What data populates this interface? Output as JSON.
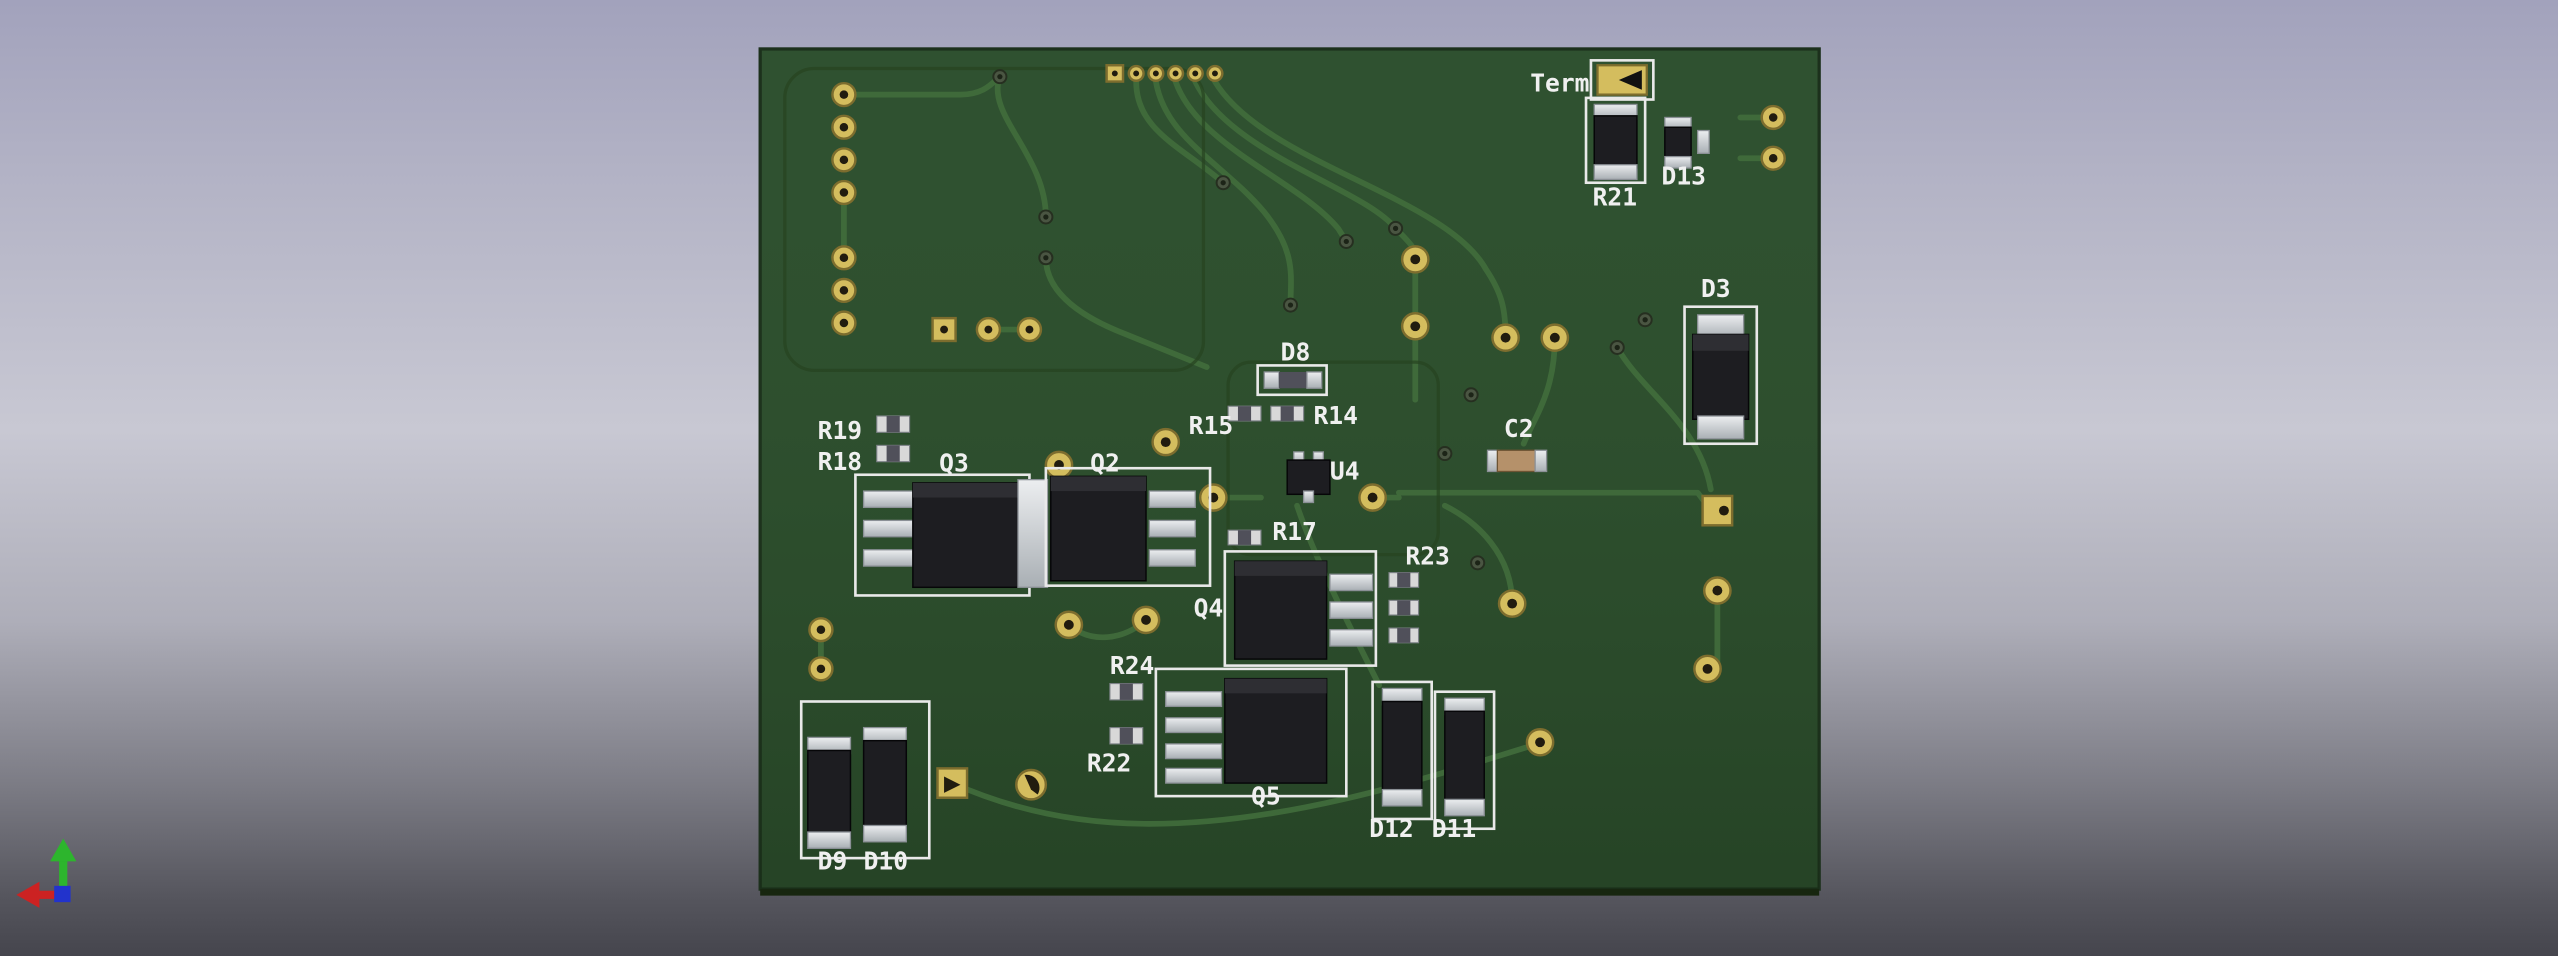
{
  "labels": {
    "term": "Term",
    "d13": "D13",
    "r21": "R21",
    "d3": "D3",
    "c2": "C2",
    "d8": "D8",
    "r14": "R14",
    "r15": "R15",
    "u4": "U4",
    "r19": "R19",
    "r18": "R18",
    "q3": "Q3",
    "q2": "Q2",
    "r17": "R17",
    "r23": "R23",
    "q4": "Q4",
    "r24": "R24",
    "r22": "R22",
    "q5": "Q5",
    "d12": "D12",
    "d11": "D11",
    "d9": "D9",
    "d10": "D10"
  },
  "colors": {
    "board_green": "#2f5130",
    "trace_green": "#416d3c",
    "pad_gold": "#d4bd5e",
    "silkscreen": "#f0f0f0",
    "background_top": "#a2a2bc",
    "background_mid": "#c8c8d3",
    "background_bottom": "#47474e",
    "axis_x": "#cc2222",
    "axis_y": "#2db52d",
    "axis_z": "#2233cc"
  }
}
